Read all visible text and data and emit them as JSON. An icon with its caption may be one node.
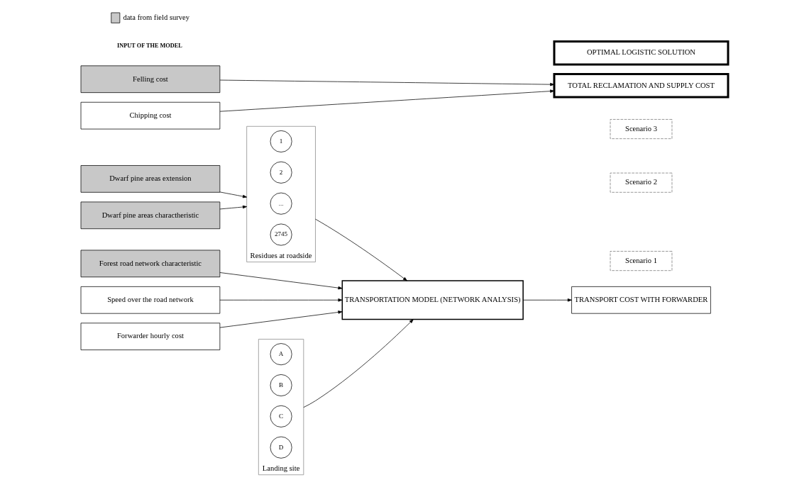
{
  "diagram": {
    "nodes": [
      {
        "text": [
          "Dwarf pine areas extension"
        ]
      },
      {
        "text": [
          "Dwarf pine areas charactheristic"
        ]
      },
      {
        "text": [
          "Forest road network characteristic"
        ]
      },
      {
        "text": [
          "Speed over the road network"
        ]
      },
      {
        "text": [
          "Forwarder hourly cost"
        ]
      },
      {
        "text": [
          "Residues at roadside"
        ]
      },
      {
        "text": [
          "1"
        ],
        "in": 5
      },
      {
        "text": [
          "2"
        ],
        "in": 5
      },
      {
        "text": [
          "..."
        ],
        "in": 5
      },
      {
        "text": [
          "2745"
        ],
        "in": 5
      },
      {
        "text": [
          "Landing site"
        ]
      },
      {
        "text": [
          "A"
        ],
        "in": 10
      },
      {
        "text": [
          "B"
        ],
        "in": 10
      },
      {
        "text": [
          "C"
        ],
        "in": 10
      },
      {
        "text": [
          "D"
        ],
        "in": 10
      },
      {
        "text": [
          "TRANSPORTATION MODEL (NETWORK ANALYSIS)"
        ]
      },
      {
        "text": [
          "Scenario 1"
        ]
      },
      {
        "text": [
          "Scenario 2"
        ]
      },
      {
        "text": [
          "Scenario 3"
        ]
      },
      {
        "text": [
          "TRANSPORT COST WITH FORWARDER"
        ]
      },
      {
        "text": [
          "Felling cost"
        ]
      },
      {
        "text": [
          "Chipping cost"
        ]
      },
      {
        "text": [
          "OPTIMAL LOGISTIC SOLUTION"
        ]
      },
      {
        "text": [
          "TOTAL RECLAMATION AND SUPPLY COST"
        ]
      }
    ],
    "edges": [
      {
        "from": 0,
        "to": 5,
        "arrow": "to"
      },
      {
        "from": 1,
        "to": 5,
        "arrow": "to"
      },
      {
        "from": 2,
        "to": 15,
        "arrow": "to"
      },
      {
        "from": 3,
        "to": 15,
        "arrow": "to"
      },
      {
        "from": 4,
        "to": 15,
        "arrow": "to"
      },
      {
        "from": 5,
        "to": 15,
        "arrow": "to"
      },
      {
        "from": 10,
        "to": 15,
        "arrow": "to"
      },
      {
        "from": 15,
        "to": 19,
        "arrow": "to"
      },
      {
        "from": 20,
        "to": 23,
        "arrow": "to"
      },
      {
        "from": 21,
        "to": 23,
        "arrow": "to"
      }
    ],
    "labels": [
      "INPUT OF THE MODEL"
    ],
    "legend": [
      {
        "text": "data from field survey",
        "color": "#c8c8c8"
      }
    ]
  }
}
